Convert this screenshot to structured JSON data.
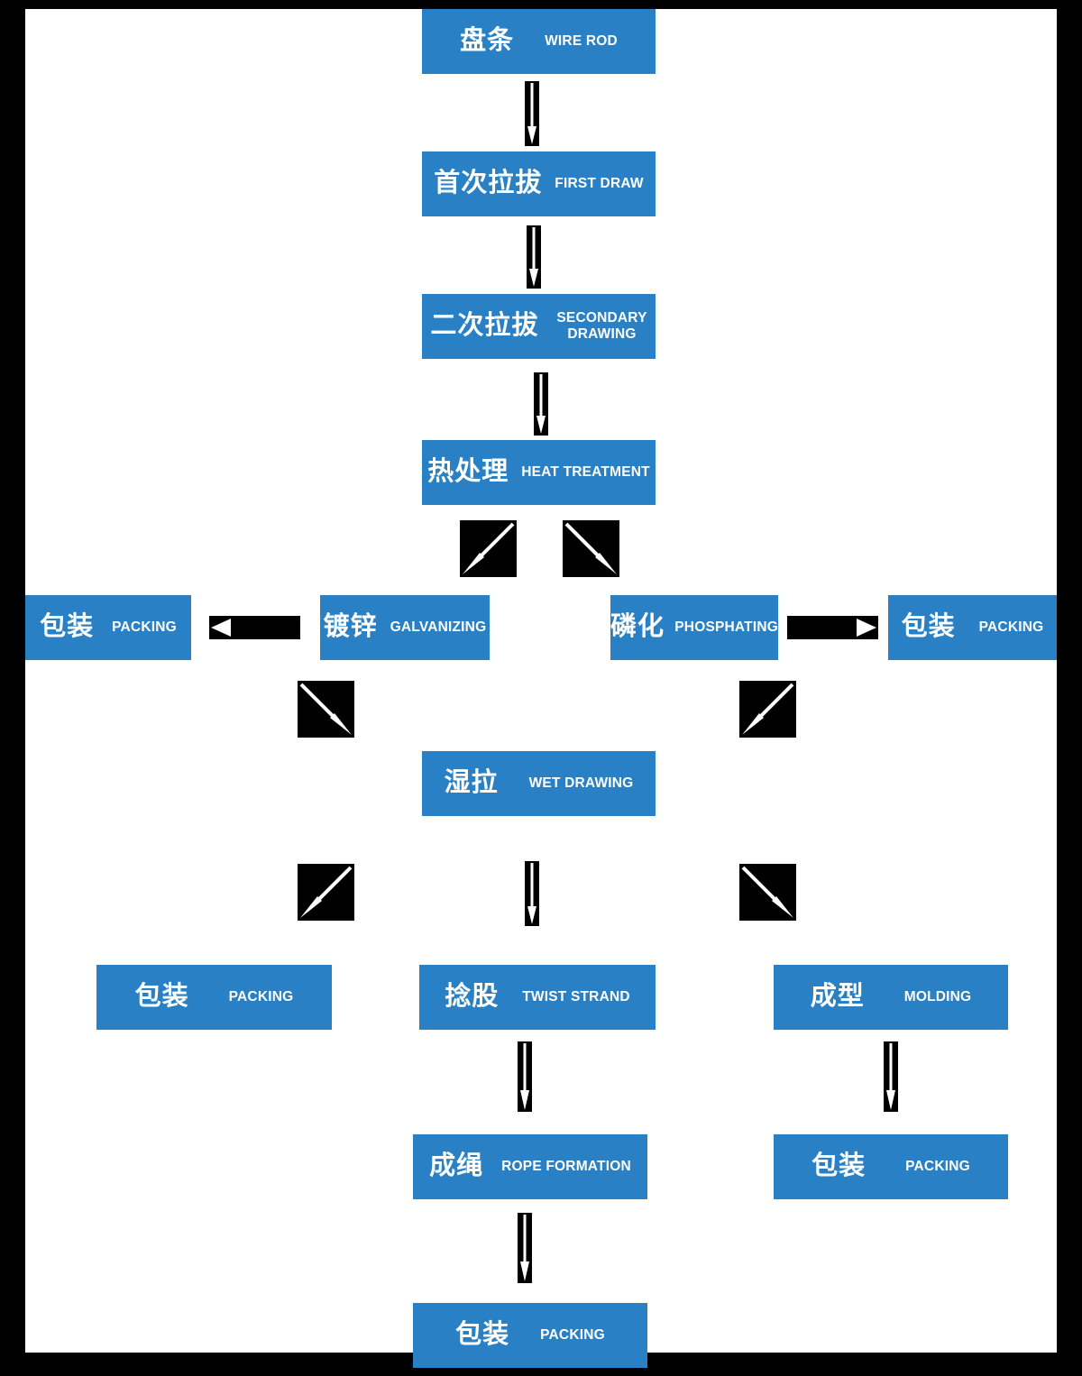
{
  "diagram": {
    "title_present": false,
    "palette": {
      "box_fill": "#2980c4",
      "box_text": "#ffffff",
      "arrow_tile": "#000000",
      "arrow_glyph": "#ffffff",
      "page_background": "#ffffff",
      "frame": "#000000"
    },
    "nodes": [
      {
        "id": "wire-rod",
        "cn": "盘条",
        "en": "WIRE ROD"
      },
      {
        "id": "first-draw",
        "cn": "首次拉拔",
        "en": "FIRST DRAW"
      },
      {
        "id": "secondary-draw",
        "cn": "二次拉拔",
        "en": "SECONDARY\nDRAWING"
      },
      {
        "id": "heat-treatment",
        "cn": "热处理",
        "en": "HEAT TREATMENT"
      },
      {
        "id": "packing-left-1",
        "cn": "包装",
        "en": "PACKING"
      },
      {
        "id": "galvanizing",
        "cn": "镀锌",
        "en": "GALVANIZING"
      },
      {
        "id": "phosphating",
        "cn": "磷化",
        "en": "PHOSPHATING"
      },
      {
        "id": "packing-right-1",
        "cn": "包装",
        "en": "PACKING"
      },
      {
        "id": "wet-drawing",
        "cn": "湿拉",
        "en": "WET DRAWING"
      },
      {
        "id": "packing-left-2",
        "cn": "包装",
        "en": "PACKING"
      },
      {
        "id": "twist-strand",
        "cn": "捻股",
        "en": "TWIST STRAND"
      },
      {
        "id": "molding",
        "cn": "成型",
        "en": "MOLDING"
      },
      {
        "id": "rope-formation",
        "cn": "成绳",
        "en": "ROPE FORMATION"
      },
      {
        "id": "packing-right-2",
        "cn": "包装",
        "en": "PACKING"
      },
      {
        "id": "packing-bottom",
        "cn": "包装",
        "en": "PACKING"
      }
    ],
    "edges": [
      {
        "from": "wire-rod",
        "to": "first-draw",
        "direction": "down"
      },
      {
        "from": "first-draw",
        "to": "secondary-draw",
        "direction": "down"
      },
      {
        "from": "secondary-draw",
        "to": "heat-treatment",
        "direction": "down"
      },
      {
        "from": "heat-treatment",
        "to": "galvanizing",
        "direction": "down-left"
      },
      {
        "from": "heat-treatment",
        "to": "phosphating",
        "direction": "down-right"
      },
      {
        "from": "galvanizing",
        "to": "packing-left-1",
        "direction": "left"
      },
      {
        "from": "phosphating",
        "to": "packing-right-1",
        "direction": "right"
      },
      {
        "from": "galvanizing",
        "to": "wet-drawing",
        "direction": "down-right"
      },
      {
        "from": "phosphating",
        "to": "wet-drawing",
        "direction": "down-left"
      },
      {
        "from": "wet-drawing",
        "to": "packing-left-2",
        "direction": "down-left"
      },
      {
        "from": "wet-drawing",
        "to": "twist-strand",
        "direction": "down"
      },
      {
        "from": "wet-drawing",
        "to": "molding",
        "direction": "down-right"
      },
      {
        "from": "twist-strand",
        "to": "rope-formation",
        "direction": "down"
      },
      {
        "from": "molding",
        "to": "packing-right-2",
        "direction": "down"
      },
      {
        "from": "rope-formation",
        "to": "packing-bottom",
        "direction": "down"
      }
    ]
  }
}
